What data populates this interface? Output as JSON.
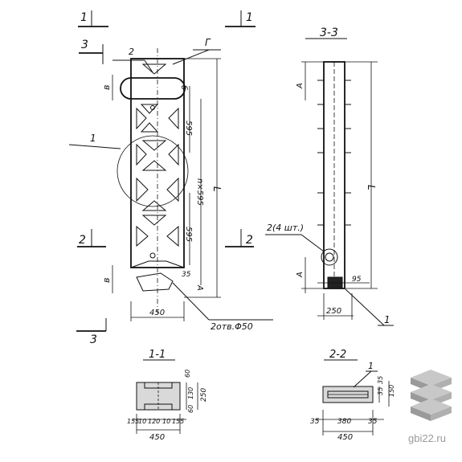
{
  "sections": {
    "cut_1": "1",
    "cut_2": "2",
    "cut_3": "3",
    "view_3_3": "3-3",
    "view_1_1": "1-1",
    "view_2_2": "2-2"
  },
  "labels": {
    "pos1": "1",
    "pos2": "2",
    "pos_g": "Г",
    "pos2_4": "2(4 шт.)",
    "holes": "2отв.Φ50",
    "b": "б",
    "v": "в",
    "a": "А",
    "L": "L"
  },
  "dims": {
    "d595": "595",
    "n595": "n×595",
    "d450": "450",
    "d250": "250",
    "d95": "95",
    "d35": "35",
    "d60": "60",
    "d130": "130",
    "d155": "155",
    "d10": "10",
    "d120": "120",
    "d380": "380",
    "d150": "150"
  },
  "watermark": {
    "site": "gbi22.ru"
  },
  "colors": {
    "ink": "#111111",
    "logo": "#9a9a9a"
  }
}
